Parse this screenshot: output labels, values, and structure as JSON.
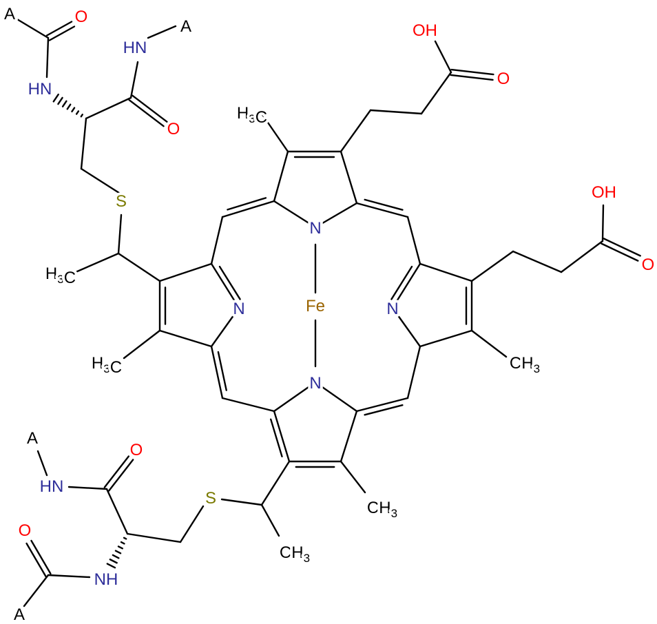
{
  "title": "Heme c attached via two cysteine thioether linkages",
  "atoms": {
    "fe": "Fe",
    "n_top": "N",
    "n_left": "N",
    "n_right": "N",
    "n_bottom": "N",
    "me_top": "H3C",
    "me_left_lower": "H3C",
    "me_right": "CH3",
    "me_bottom": "CH3",
    "prop1_oh": "OH",
    "prop1_o": "O",
    "prop2_oh": "OH",
    "prop2_o": "O",
    "s_top": "S",
    "me_ethyl_top": "H3C",
    "s_bottom": "S",
    "me_ethyl_bottom": "CH3",
    "cys1_hn": "HN",
    "cys1_nh": "HN",
    "cys1_o1": "O",
    "cys1_o2": "O",
    "cys1_a1": "A",
    "cys1_a2": "A",
    "cys2_hn": "HN",
    "cys2_nh": "NH",
    "cys2_o1": "O",
    "cys2_o2": "O",
    "cys2_a1": "A",
    "cys2_a2": "A"
  },
  "colors": {
    "nitrogen": "#2e2e9a",
    "oxygen": "#ff0000",
    "sulfur": "#7a7a00",
    "iron": "#9a6400"
  }
}
